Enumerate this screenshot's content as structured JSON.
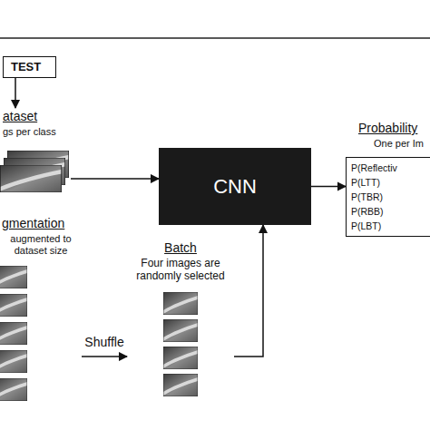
{
  "diagram": {
    "nodes": [
      {
        "text": [
          "TEST"
        ]
      },
      {
        "text": [
          "ataset",
          "gs per class"
        ]
      },
      {
        "text": [
          "CNN"
        ]
      },
      {
        "text": [
          "Probability",
          "One per Im"
        ]
      },
      {
        "text": [
          "P(Reflectiv",
          "P(LTT)",
          "P(TBR)",
          "P(RBB)",
          "P(LBT)"
        ],
        "in": 3
      },
      {
        "text": [
          "gmentation",
          "augmented to dataset size"
        ]
      },
      {
        "text": [
          "Batch",
          "Four images are randomly selected"
        ]
      }
    ],
    "edges": [
      {
        "from": 0,
        "to": 1,
        "arrow": "to"
      },
      {
        "from": 1,
        "to": 2,
        "arrow": "to"
      },
      {
        "from": 5,
        "to": 6,
        "label": "Shuffle",
        "arrow": "to"
      },
      {
        "from": 6,
        "to": 2,
        "arrow": "to"
      },
      {
        "from": 2,
        "to": 4,
        "arrow": "to"
      }
    ]
  }
}
